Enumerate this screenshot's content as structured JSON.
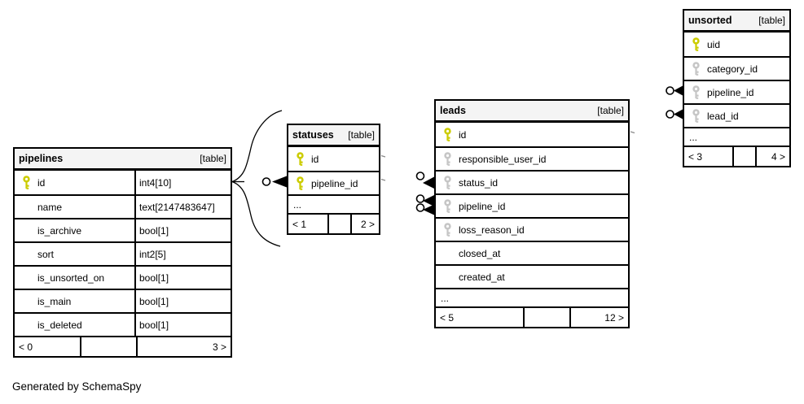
{
  "note": "Generated by SchemaSpy",
  "colors": {
    "primary_key": "#cccc00",
    "foreign_key": "#c6c6c6",
    "header_bg": "#f4f4f4",
    "border": "#000000",
    "edge": "#000000"
  },
  "tables": [
    {
      "name": "pipelines",
      "tag": "[table]",
      "columns": [
        {
          "name": "id",
          "type": "int4[10]",
          "key": "pk"
        },
        {
          "name": "name",
          "type": "text[2147483647]",
          "key": "none"
        },
        {
          "name": "is_archive",
          "type": "bool[1]",
          "key": "none"
        },
        {
          "name": "sort",
          "type": "int2[5]",
          "key": "none"
        },
        {
          "name": "is_unsorted_on",
          "type": "bool[1]",
          "key": "none"
        },
        {
          "name": "is_main",
          "type": "bool[1]",
          "key": "none"
        },
        {
          "name": "is_deleted",
          "type": "bool[1]",
          "key": "none"
        }
      ],
      "footer": {
        "left": "< 0",
        "right": "3 >"
      }
    },
    {
      "name": "statuses",
      "tag": "[table]",
      "columns": [
        {
          "name": "id",
          "key": "pk"
        },
        {
          "name": "pipeline_id",
          "key": "pk"
        }
      ],
      "more": "...",
      "footer": {
        "left": "< 1",
        "right": "2 >"
      }
    },
    {
      "name": "leads",
      "tag": "[table]",
      "columns": [
        {
          "name": "id",
          "key": "pk"
        },
        {
          "name": "responsible_user_id",
          "key": "fk"
        },
        {
          "name": "status_id",
          "key": "fk"
        },
        {
          "name": "pipeline_id",
          "key": "fk"
        },
        {
          "name": "loss_reason_id",
          "key": "fk"
        },
        {
          "name": "closed_at",
          "key": "none"
        },
        {
          "name": "created_at",
          "key": "none"
        }
      ],
      "more": "...",
      "footer": {
        "left": "< 5",
        "right": "12 >"
      }
    },
    {
      "name": "unsorted",
      "tag": "[table]",
      "columns": [
        {
          "name": "uid",
          "key": "pk"
        },
        {
          "name": "category_id",
          "key": "fk"
        },
        {
          "name": "pipeline_id",
          "key": "fk"
        },
        {
          "name": "lead_id",
          "key": "fk"
        }
      ],
      "more": "...",
      "footer": {
        "left": "< 3",
        "right": "4 >"
      }
    }
  ]
}
